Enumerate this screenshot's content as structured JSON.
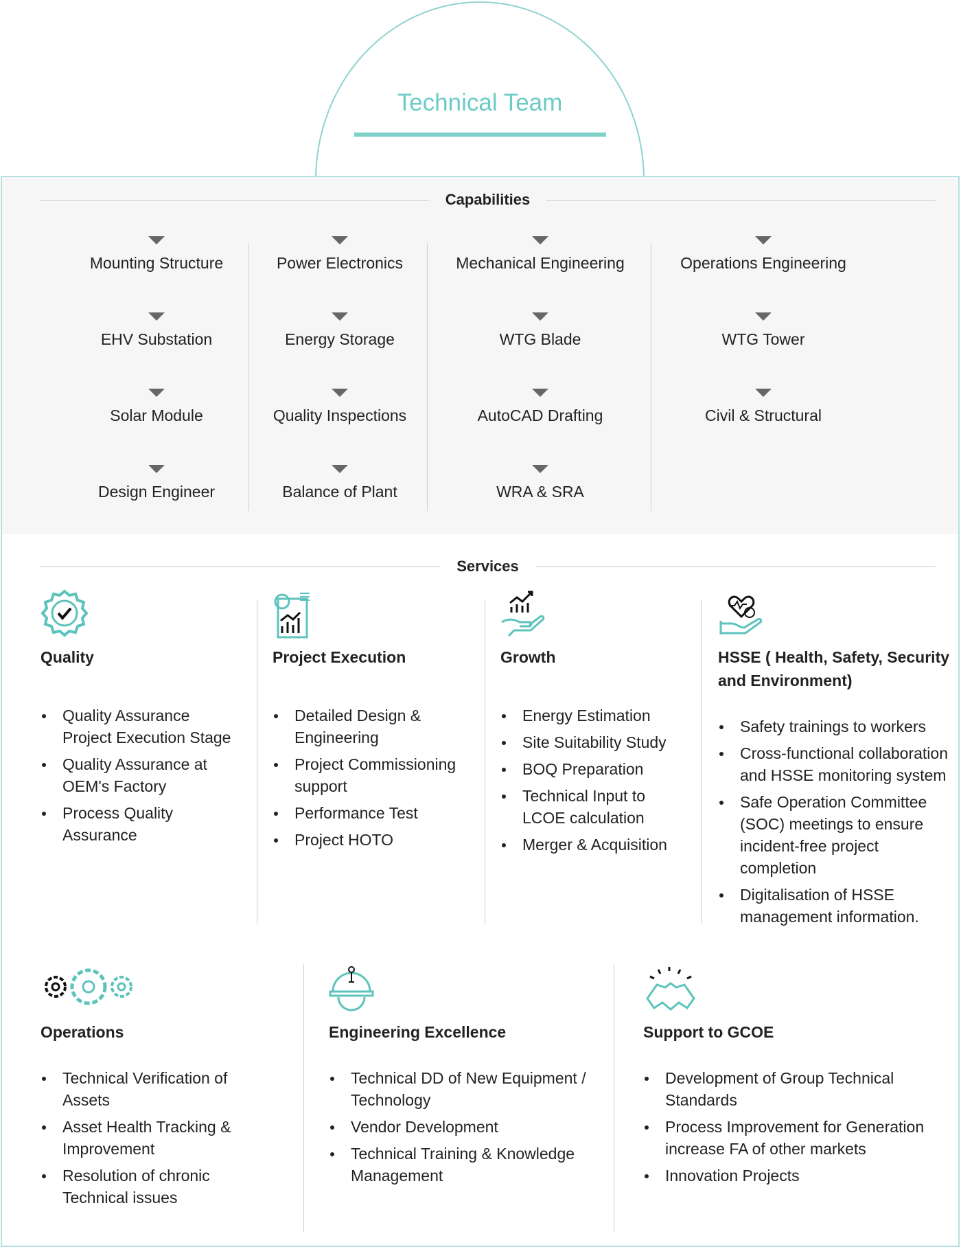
{
  "header": {
    "title": "Technical Team"
  },
  "capabilities": {
    "heading": "Capabilities",
    "columns": [
      [
        "Mounting Structure",
        "EHV Substation",
        "Solar Module",
        "Design Engineer"
      ],
      [
        "Power Electronics",
        "Energy Storage",
        "Quality Inspections",
        "Balance of Plant"
      ],
      [
        "Mechanical Engineering",
        "WTG Blade",
        "AutoCAD Drafting",
        "WRA & SRA"
      ],
      [
        "Operations Engineering",
        "WTG Tower",
        "Civil & Structural"
      ]
    ]
  },
  "services": {
    "heading": "Services",
    "items": [
      {
        "title": "Quality",
        "icon": "quality-badge-icon",
        "bullets": [
          "Quality Assurance Project Execution Stage",
          "Quality Assurance at OEM's Factory",
          "Process Quality Assurance"
        ]
      },
      {
        "title": "Project Execution",
        "icon": "report-chart-icon",
        "bullets": [
          "Detailed Design & Engineering",
          "Project Commissioning support",
          "Performance Test",
          "Project HOTO"
        ]
      },
      {
        "title": "Growth",
        "icon": "hand-growth-chart-icon",
        "bullets": [
          "Energy Estimation",
          "Site Suitability Study",
          "BOQ Preparation",
          "Technical Input to LCOE calculation",
          "Merger & Acquisition"
        ]
      },
      {
        "title": "HSSE ( Health, Safety, Security and Environment)",
        "icon": "hand-heart-icon",
        "bullets": [
          "Safety trainings to workers",
          "Cross-functional collaboration and HSSE monitoring system",
          "Safe Operation Committee (SOC) meetings to ensure incident-free project completion",
          "Digitalisation of HSSE management information."
        ]
      },
      {
        "title": "Operations",
        "icon": "gears-icon",
        "bullets": [
          "Technical Verification of Assets",
          "Asset Health Tracking & Improvement",
          "Resolution of chronic Technical issues"
        ]
      },
      {
        "title": "Engineering Excellence",
        "icon": "engineer-helmet-icon",
        "bullets": [
          "Technical DD of New Equipment / Technology",
          "Vendor Development",
          "Technical Training & Knowledge Management"
        ]
      },
      {
        "title": "Support to GCOE",
        "icon": "handshake-icon",
        "bullets": [
          "Development of Group Technical Standards",
          "Process Improvement for Generation increase FA of other markets",
          "Innovation Projects"
        ]
      }
    ]
  },
  "colors": {
    "accent": "#6ccbc6",
    "border": "#b5e0e0",
    "panel": "#f6f6f6"
  }
}
